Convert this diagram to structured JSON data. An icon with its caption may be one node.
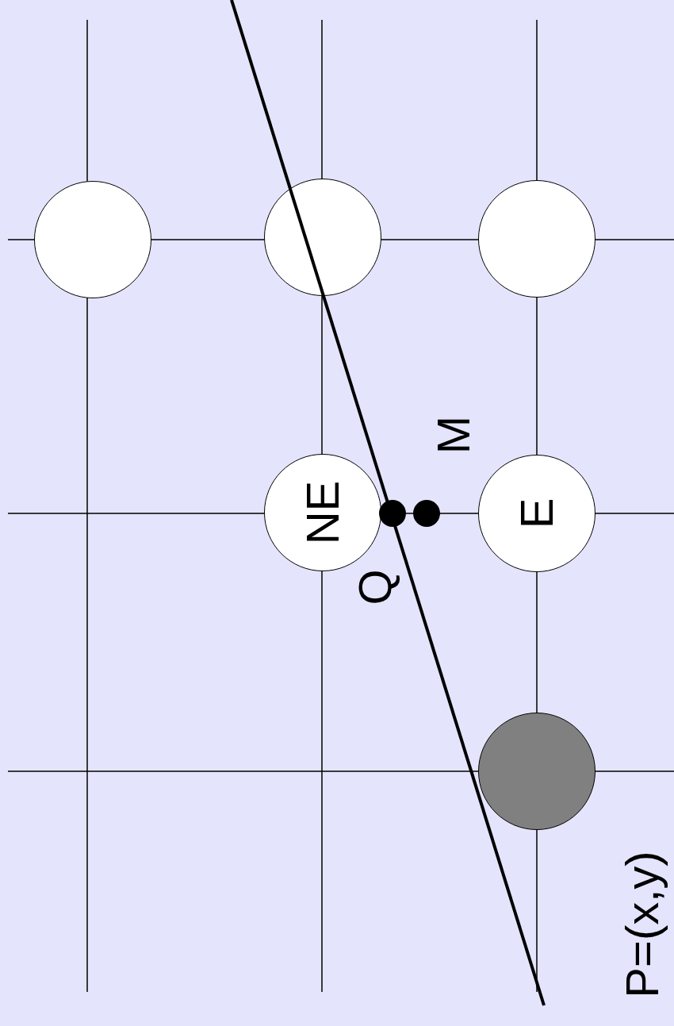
{
  "diagram": {
    "nodes": [
      {
        "text": [],
        "shape": "circle"
      },
      {
        "text": [],
        "shape": "circle"
      },
      {
        "text": [],
        "shape": "circle"
      },
      {
        "text": [
          "NE"
        ]
      },
      {
        "text": [],
        "shape": "circle"
      },
      {
        "text": [],
        "shape": "circle"
      },
      {
        "text": [
          "E"
        ]
      },
      {
        "text": [],
        "shape": "circle",
        "beside": [
          "P=(x,y)"
        ]
      }
    ],
    "labels": [
      "M",
      "Q"
    ]
  }
}
